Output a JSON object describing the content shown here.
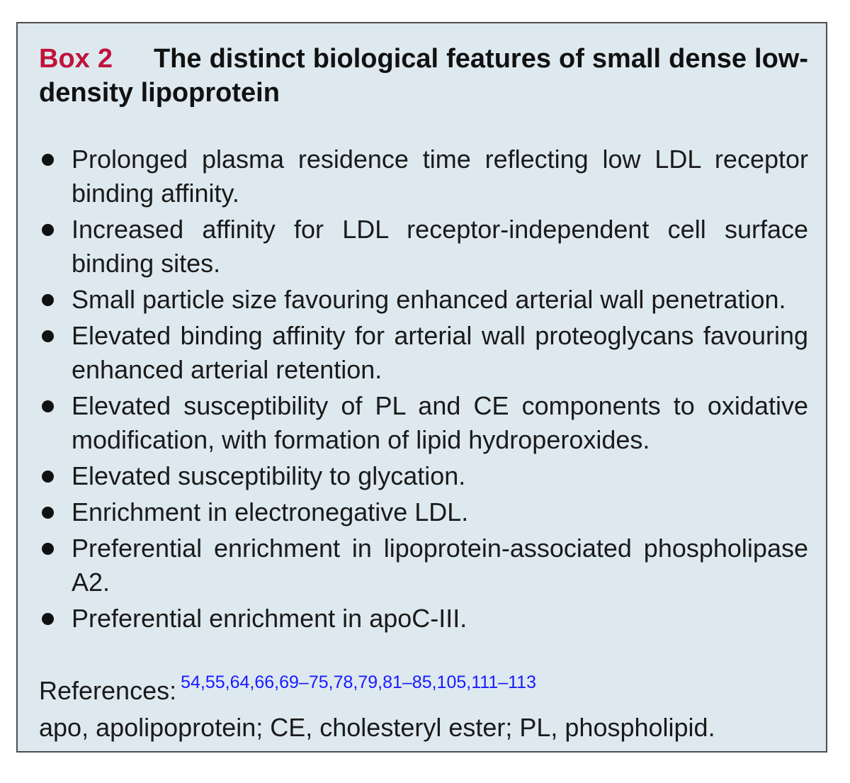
{
  "box": {
    "label": "Box 2",
    "title": "The distinct biological features of small dense low-density lipoprotein"
  },
  "features": [
    "Prolonged plasma residence time reflecting low LDL receptor binding affinity.",
    "Increased affinity for LDL receptor-independent cell surface binding sites.",
    "Small particle size favouring enhanced arterial wall penetration.",
    "Elevated binding affinity for arterial wall proteoglycans favouring enhanced arterial retention.",
    "Elevated susceptibility of PL and CE components to oxidative modification, with formation of lipid hydroperoxides.",
    "Elevated susceptibility to glycation.",
    "Enrichment in electronegative LDL.",
    "Preferential enrichment in lipoprotein-associated phospholipase A2.",
    "Preferential enrichment in apoC-III."
  ],
  "references": {
    "label": "References:",
    "citations": "54,55,64,66,69–75,78,79,81–85,105,111–113"
  },
  "abbreviations": "apo, apolipoprotein; CE, cholesteryl ester; PL, phospholipid.",
  "colors": {
    "box_background": "#dde9ef",
    "label_red": "#c0143c",
    "citation_blue": "#1a1aff"
  }
}
